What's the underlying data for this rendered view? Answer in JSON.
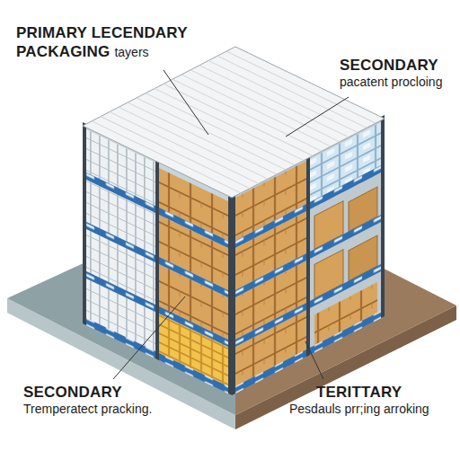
{
  "diagram": {
    "labels": [
      "PRIMARY LECENDARY PACKAGING",
      "tayers",
      "SECONDARY",
      "pacatent procloing",
      "SECONDARY",
      "Tremperatect pracking.",
      "TERITTARY",
      "Pesdauls prr;ing arroking"
    ]
  }
}
